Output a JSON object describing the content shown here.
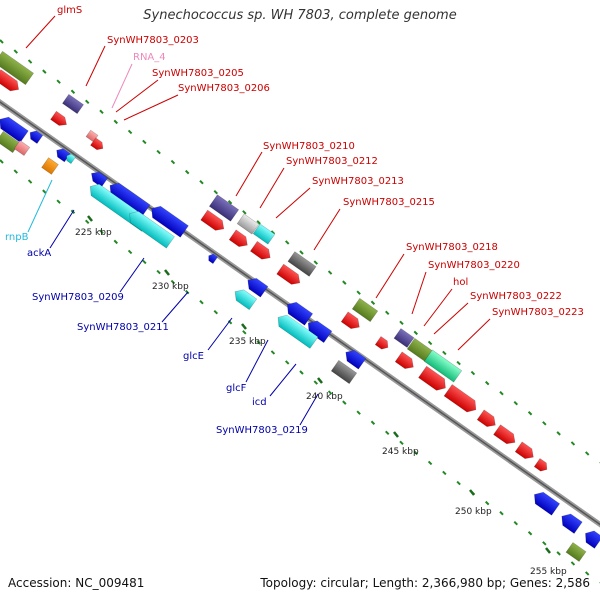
{
  "title": "Synechococcus sp. WH 7803, complete genome",
  "accession": "Accession: NC_009481",
  "summary": "Topology: circular; Length: 2,366,980 bp; Genes: 2,586",
  "scale_labels": [
    "225 kbp",
    "230 kbp",
    "235 kbp",
    "240 kbp",
    "245 kbp",
    "250 kbp",
    "255 kbp"
  ],
  "forward_labels": [
    "glmS",
    "SynWH7803_0203",
    "RNA_4",
    "SynWH7803_0205",
    "SynWH7803_0206",
    "SynWH7803_0210",
    "SynWH7803_0212",
    "SynWH7803_0213",
    "SynWH7803_0215",
    "SynWH7803_0218",
    "SynWH7803_0220",
    "hol",
    "SynWH7803_0222",
    "SynWH7803_0223"
  ],
  "reverse_labels": [
    "rnpB",
    "ackA",
    "SynWH7803_0209",
    "SynWH7803_0211",
    "glcE",
    "glcF",
    "icd",
    "SynWH7803_0219"
  ],
  "colors": {
    "forward_label": "#cc0000",
    "reverse_label": "#0000aa",
    "rna_label": "#ee88bb",
    "ncrna_label": "#22bbdd",
    "backbone": "#888888",
    "tick": "#228822",
    "red": "#ee0000",
    "blue": "#0000ee",
    "cyan": "#00dddd",
    "olive": "#6b8e23",
    "slate": "#4b3f8a",
    "gray": "#666666",
    "light_gray": "#bbbbbb",
    "pink": "#f08080",
    "mint": "#33dd99",
    "orange": "#ff8c00"
  }
}
